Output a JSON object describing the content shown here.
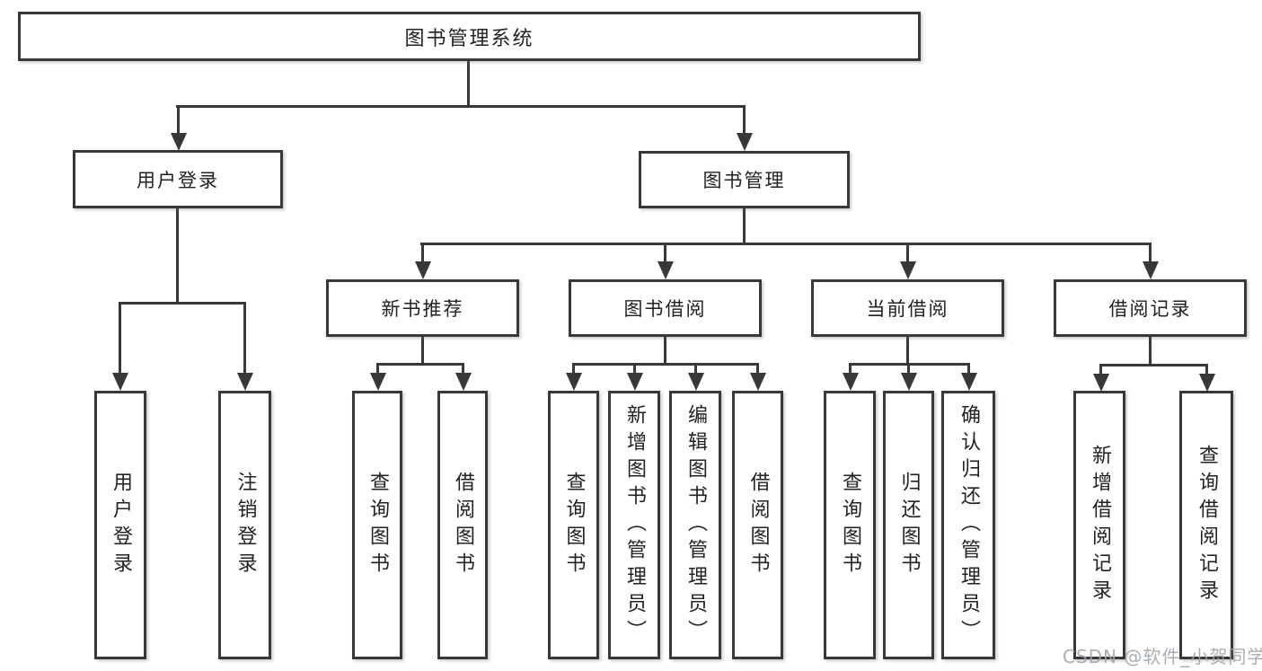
{
  "diagram": {
    "root": {
      "label": "图书管理系统"
    },
    "branches": [
      {
        "label": "用户登录",
        "children": [
          {
            "label": "用户登录"
          },
          {
            "label": "注销登录"
          }
        ]
      },
      {
        "label": "图书管理",
        "sections": [
          {
            "label": "新书推荐",
            "children": [
              {
                "label": "查询图书"
              },
              {
                "label": "借阅图书"
              }
            ]
          },
          {
            "label": "图书借阅",
            "children": [
              {
                "label": "查询图书"
              },
              {
                "label": "新增图书（管理员）"
              },
              {
                "label": "编辑图书（管理员）"
              },
              {
                "label": "借阅图书"
              }
            ]
          },
          {
            "label": "当前借阅",
            "children": [
              {
                "label": "查询图书"
              },
              {
                "label": "归还图书"
              },
              {
                "label": "确认归还（管理员）"
              }
            ]
          },
          {
            "label": "借阅记录",
            "children": [
              {
                "label": "新增借阅记录"
              },
              {
                "label": "查询借阅记录"
              }
            ]
          }
        ]
      }
    ]
  },
  "watermark": {
    "text": "CSDN @软件_小贺同学"
  },
  "colors": {
    "line": "#383838",
    "text": "#222222",
    "watermark": "#a0a6ac",
    "background": "#ffffff"
  }
}
